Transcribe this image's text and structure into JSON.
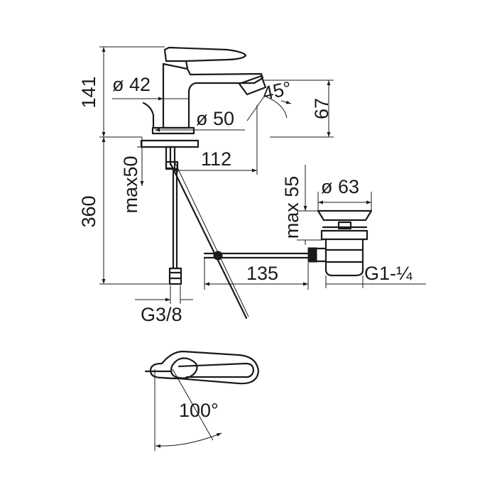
{
  "dimensions": {
    "height_141": "141",
    "dia_42": "ø 42",
    "angle_45": "45°",
    "dia_50": "ø 50",
    "height_67": "67",
    "length_112": "112",
    "max50": "max50",
    "length_360": "360",
    "max55": "max 55",
    "dia_63": "ø 63",
    "length_135": "135",
    "thread_g1": "G1-¼",
    "thread_g38": "G3/8",
    "angle_100": "100°"
  }
}
